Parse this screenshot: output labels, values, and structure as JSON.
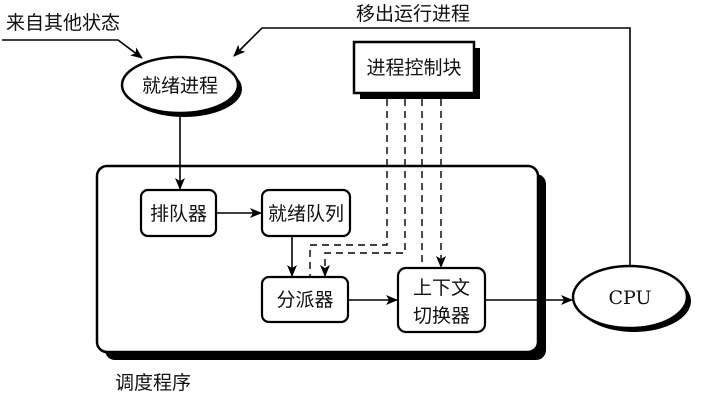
{
  "diagram": {
    "type": "process-scheduling-flow",
    "labels": {
      "from_other_states": "来自其他状态",
      "move_out_running": "移出运行进程",
      "scheduler": "调度程序"
    },
    "nodes": {
      "ready_process": "就绪进程",
      "pcb": "进程控制块",
      "enqueuer": "排队器",
      "ready_queue": "就绪队列",
      "dispatcher": "分派器",
      "context_switcher_line1": "上下文",
      "context_switcher_line2": "切换器",
      "cpu": "CPU"
    },
    "edges": [
      {
        "from": "来自其他状态",
        "to": "就绪进程",
        "style": "solid"
      },
      {
        "from": "CPU",
        "to": "就绪进程",
        "label": "移出运行进程",
        "style": "solid"
      },
      {
        "from": "就绪进程",
        "to": "排队器",
        "style": "solid"
      },
      {
        "from": "排队器",
        "to": "就绪队列",
        "style": "solid"
      },
      {
        "from": "就绪队列",
        "to": "分派器",
        "style": "solid"
      },
      {
        "from": "进程控制块",
        "to": "分派器",
        "style": "dashed"
      },
      {
        "from": "进程控制块",
        "to": "上下文切换器",
        "style": "dashed"
      },
      {
        "from": "分派器",
        "to": "上下文切换器",
        "style": "solid"
      },
      {
        "from": "上下文切换器",
        "to": "CPU",
        "style": "solid"
      }
    ],
    "colors": {
      "stroke": "#000000",
      "text": "#111111",
      "background": "#ffffff"
    }
  }
}
